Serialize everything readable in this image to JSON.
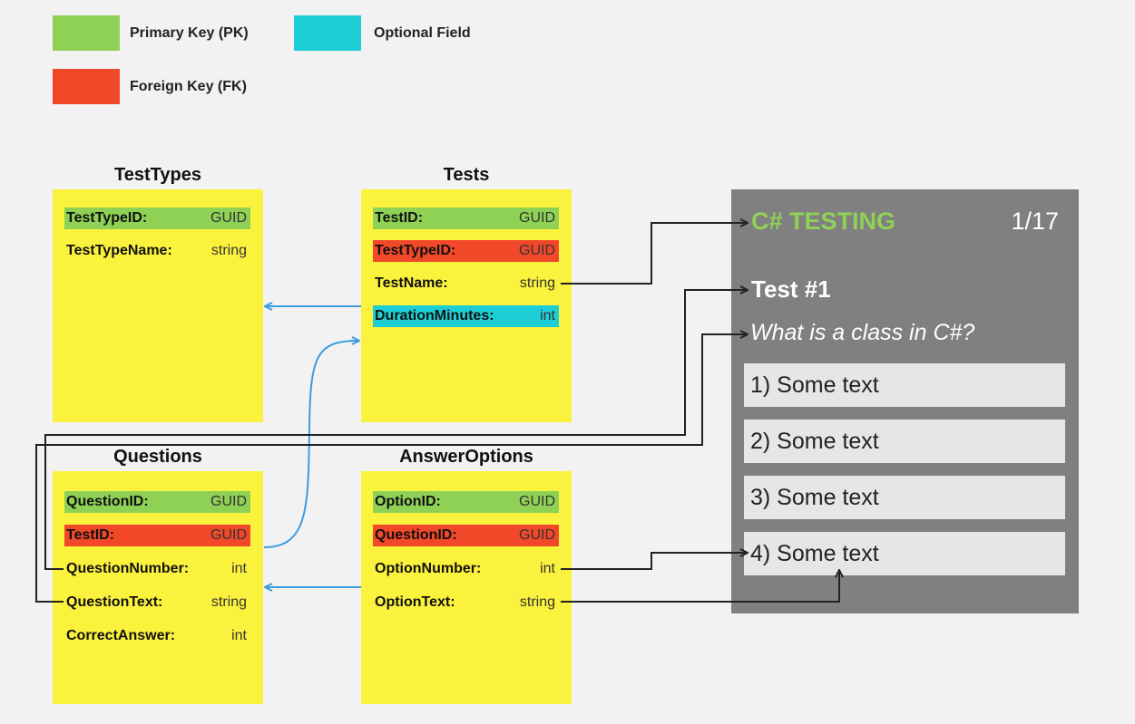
{
  "legend": {
    "primary_key": {
      "label": "Primary Key (PK)",
      "color": "#8fd155"
    },
    "optional": {
      "label": "Optional Field",
      "color": "#1ccfd6"
    },
    "foreign_key": {
      "label": "Foreign Key (FK)",
      "color": "#f2482a"
    }
  },
  "tables": {
    "test_types": {
      "title": "TestTypes",
      "fields": [
        {
          "name": "TestTypeID:",
          "type": "GUID"
        },
        {
          "name": "TestTypeName:",
          "type": "string"
        }
      ]
    },
    "tests": {
      "title": "Tests",
      "fields": [
        {
          "name": "TestID:",
          "type": "GUID"
        },
        {
          "name": "TestTypeID:",
          "type": "GUID"
        },
        {
          "name": "TestName:",
          "type": "string"
        },
        {
          "name": "DurationMinutes:",
          "type": "int"
        }
      ]
    },
    "questions": {
      "title": "Questions",
      "fields": [
        {
          "name": "QuestionID:",
          "type": "GUID"
        },
        {
          "name": "TestID:",
          "type": "GUID"
        },
        {
          "name": "QuestionNumber:",
          "type": "int"
        },
        {
          "name": "QuestionText:",
          "type": "string"
        },
        {
          "name": "CorrectAnswer:",
          "type": "int"
        }
      ]
    },
    "answer_options": {
      "title": "AnswerOptions",
      "fields": [
        {
          "name": "OptionID:",
          "type": "GUID"
        },
        {
          "name": "QuestionID:",
          "type": "GUID"
        },
        {
          "name": "OptionNumber:",
          "type": "int"
        },
        {
          "name": "OptionText:",
          "type": "string"
        }
      ]
    }
  },
  "preview": {
    "brand": "C# TESTING",
    "counter": "1/17",
    "test_name": "Test #1",
    "question": "What is a class in C#?",
    "options": [
      "1) Some text",
      "2) Some text",
      "3) Some text",
      "4) Some text"
    ]
  },
  "colors": {
    "table_bg": "#fbf23e",
    "panel_bg": "#808080",
    "relation_arrow": "#3d9be0",
    "mapping_arrow": "#222222"
  }
}
